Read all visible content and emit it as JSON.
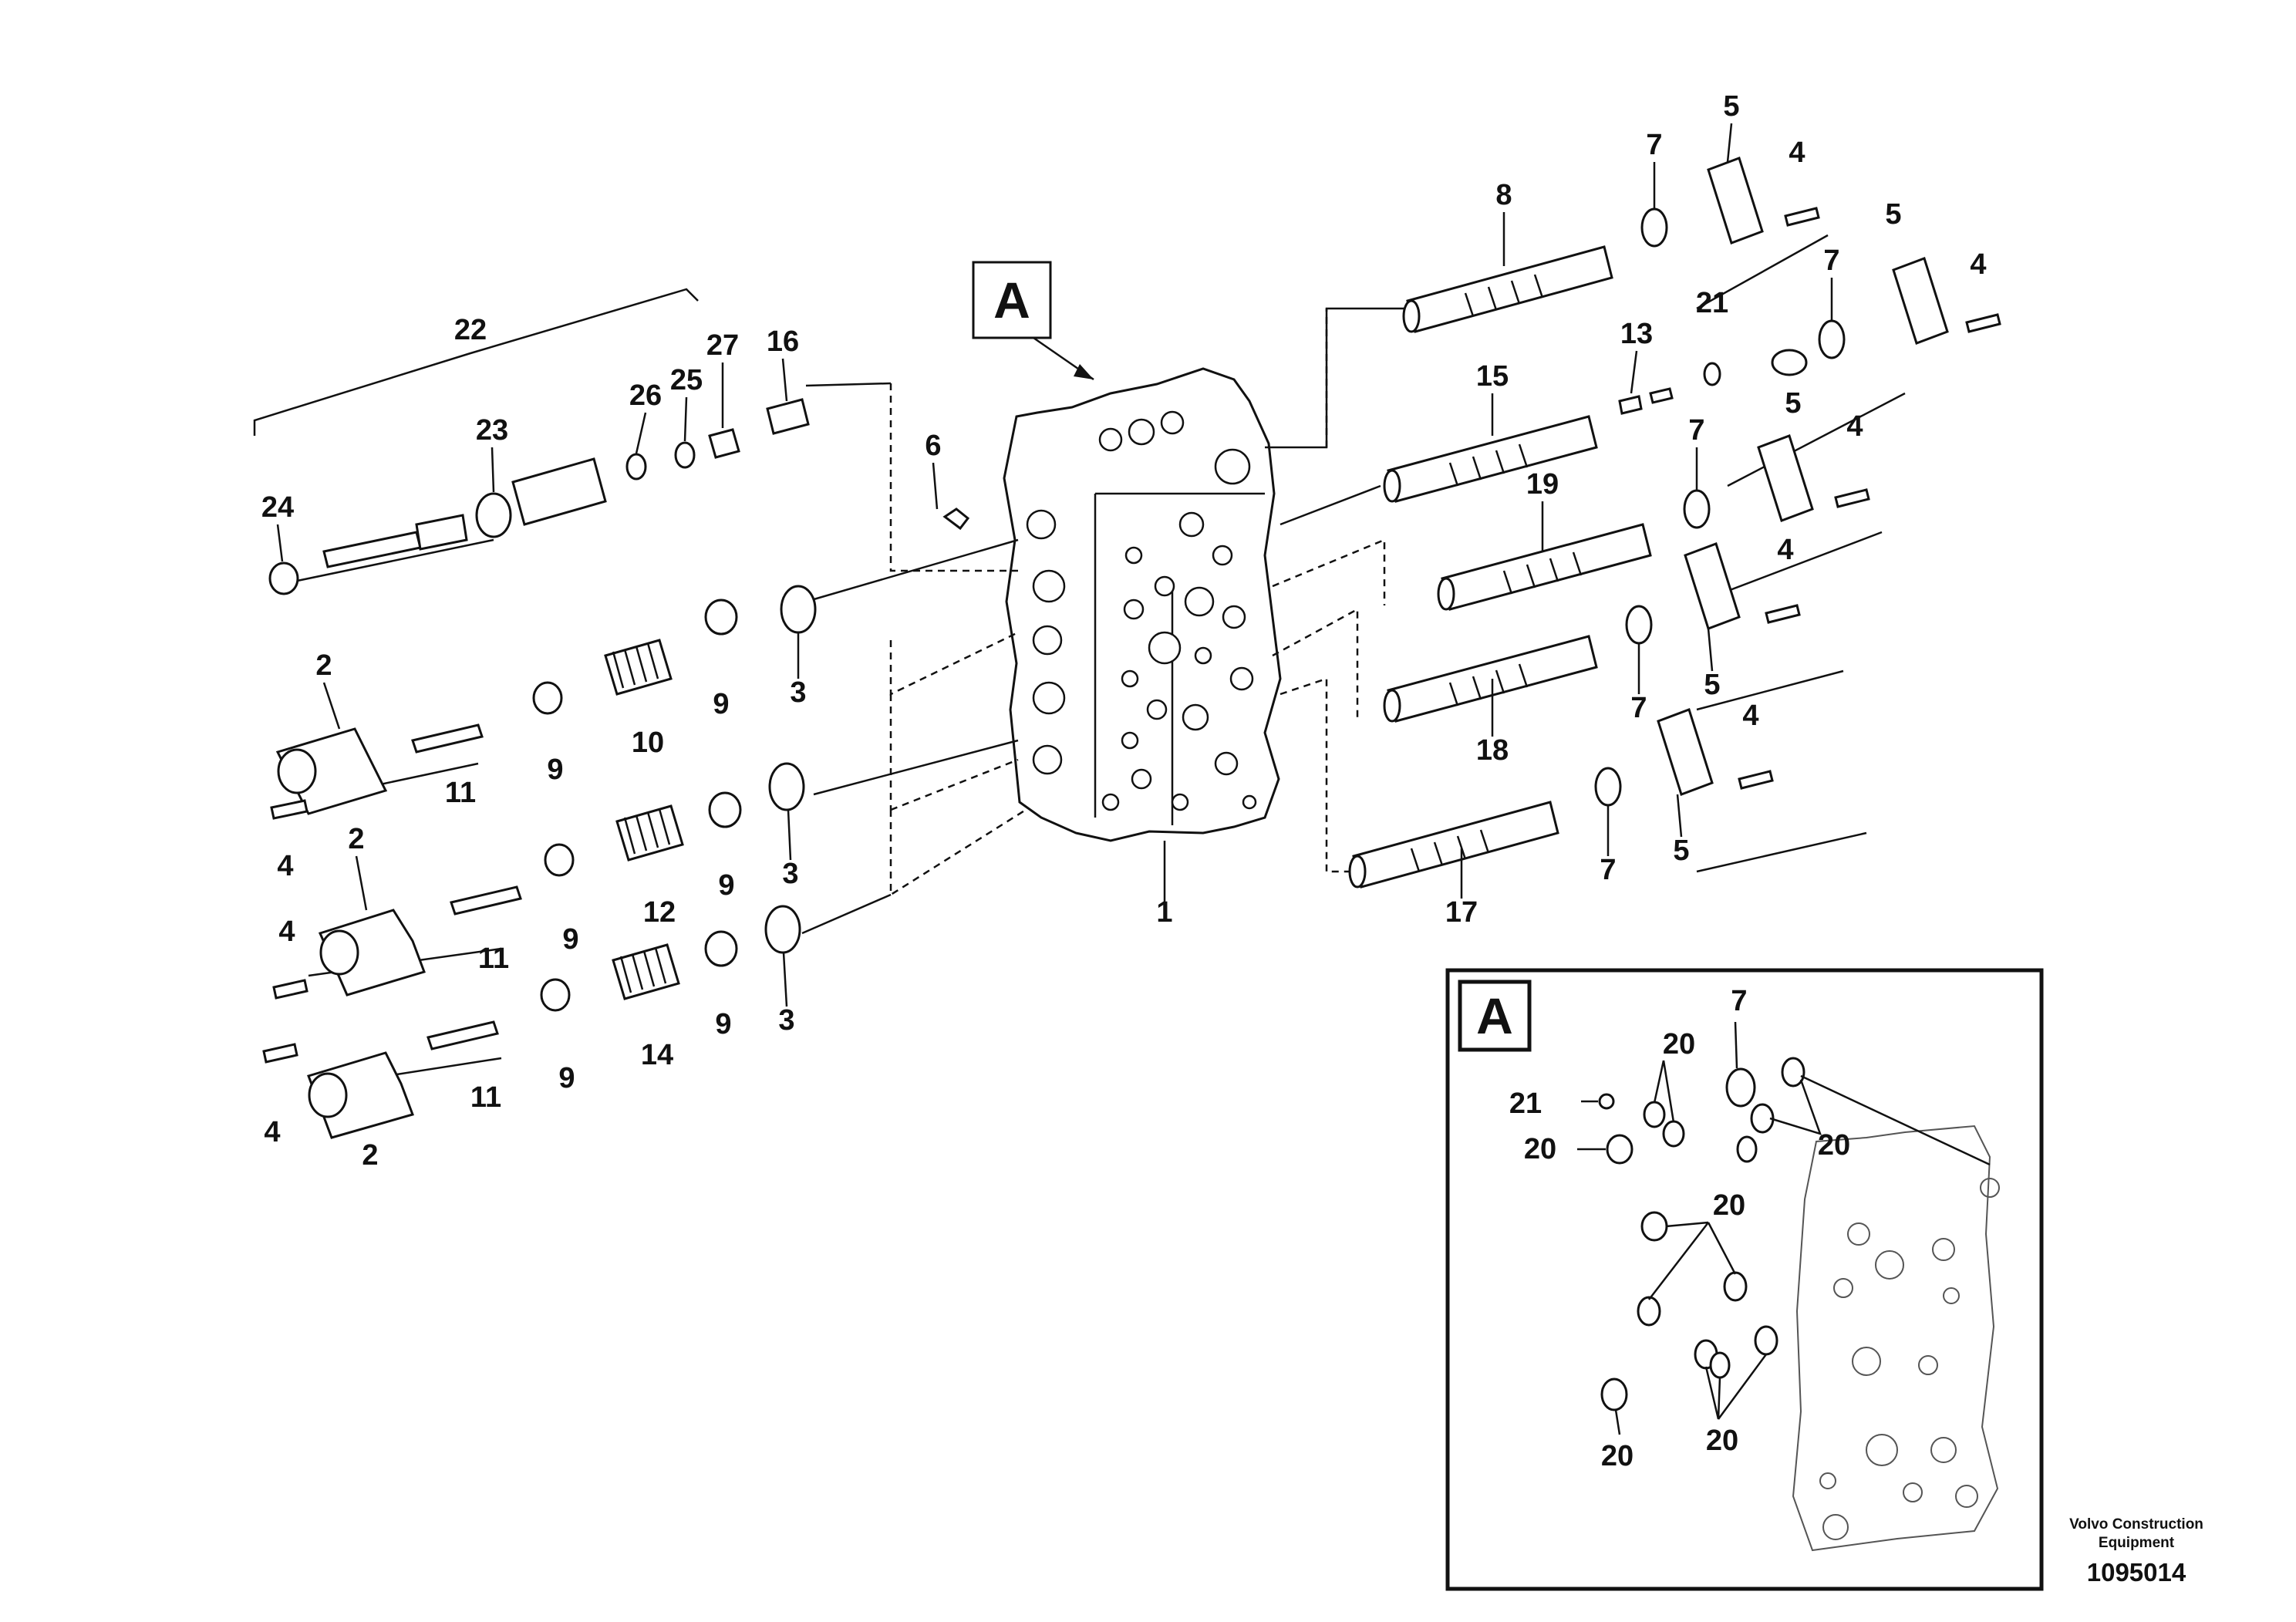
{
  "callouts": {
    "c1": "1",
    "c2a": "2",
    "c2b": "2",
    "c2c": "2",
    "c3a": "3",
    "c3b": "3",
    "c3c": "3",
    "c4a": "4",
    "c4b": "4",
    "c4c": "4",
    "c4d": "4",
    "c4e": "4",
    "c4f": "4",
    "c4g": "4",
    "c4h": "4",
    "c5a": "5",
    "c5b": "5",
    "c5c": "5",
    "c5d": "5",
    "c5e": "5",
    "c6": "6",
    "c7a": "7",
    "c7b": "7",
    "c7c": "7",
    "c7d": "7",
    "c7e": "7",
    "c8": "8",
    "c9a": "9",
    "c9b": "9",
    "c9c": "9",
    "c9d": "9",
    "c9e": "9",
    "c9f": "9",
    "c10": "10",
    "c11a": "11",
    "c11b": "11",
    "c11c": "11",
    "c12": "12",
    "c13": "13",
    "c14": "14",
    "c15": "15",
    "c16": "16",
    "c17": "17",
    "c18": "18",
    "c19": "19",
    "c21": "21",
    "c22": "22",
    "c23": "23",
    "c24": "24",
    "c25": "25",
    "c26": "26",
    "c27": "27"
  },
  "detail_view": {
    "label": "A",
    "callouts": {
      "d7": "7",
      "d21": "21",
      "d20a": "20",
      "d20b": "20",
      "d20c": "20",
      "d20d": "20",
      "d20e": "20",
      "d20f": "20"
    }
  },
  "main_view_label": "A",
  "footer": {
    "credit_line1": "Volvo Construction",
    "credit_line2": "Equipment",
    "doc_number": "1095014"
  }
}
